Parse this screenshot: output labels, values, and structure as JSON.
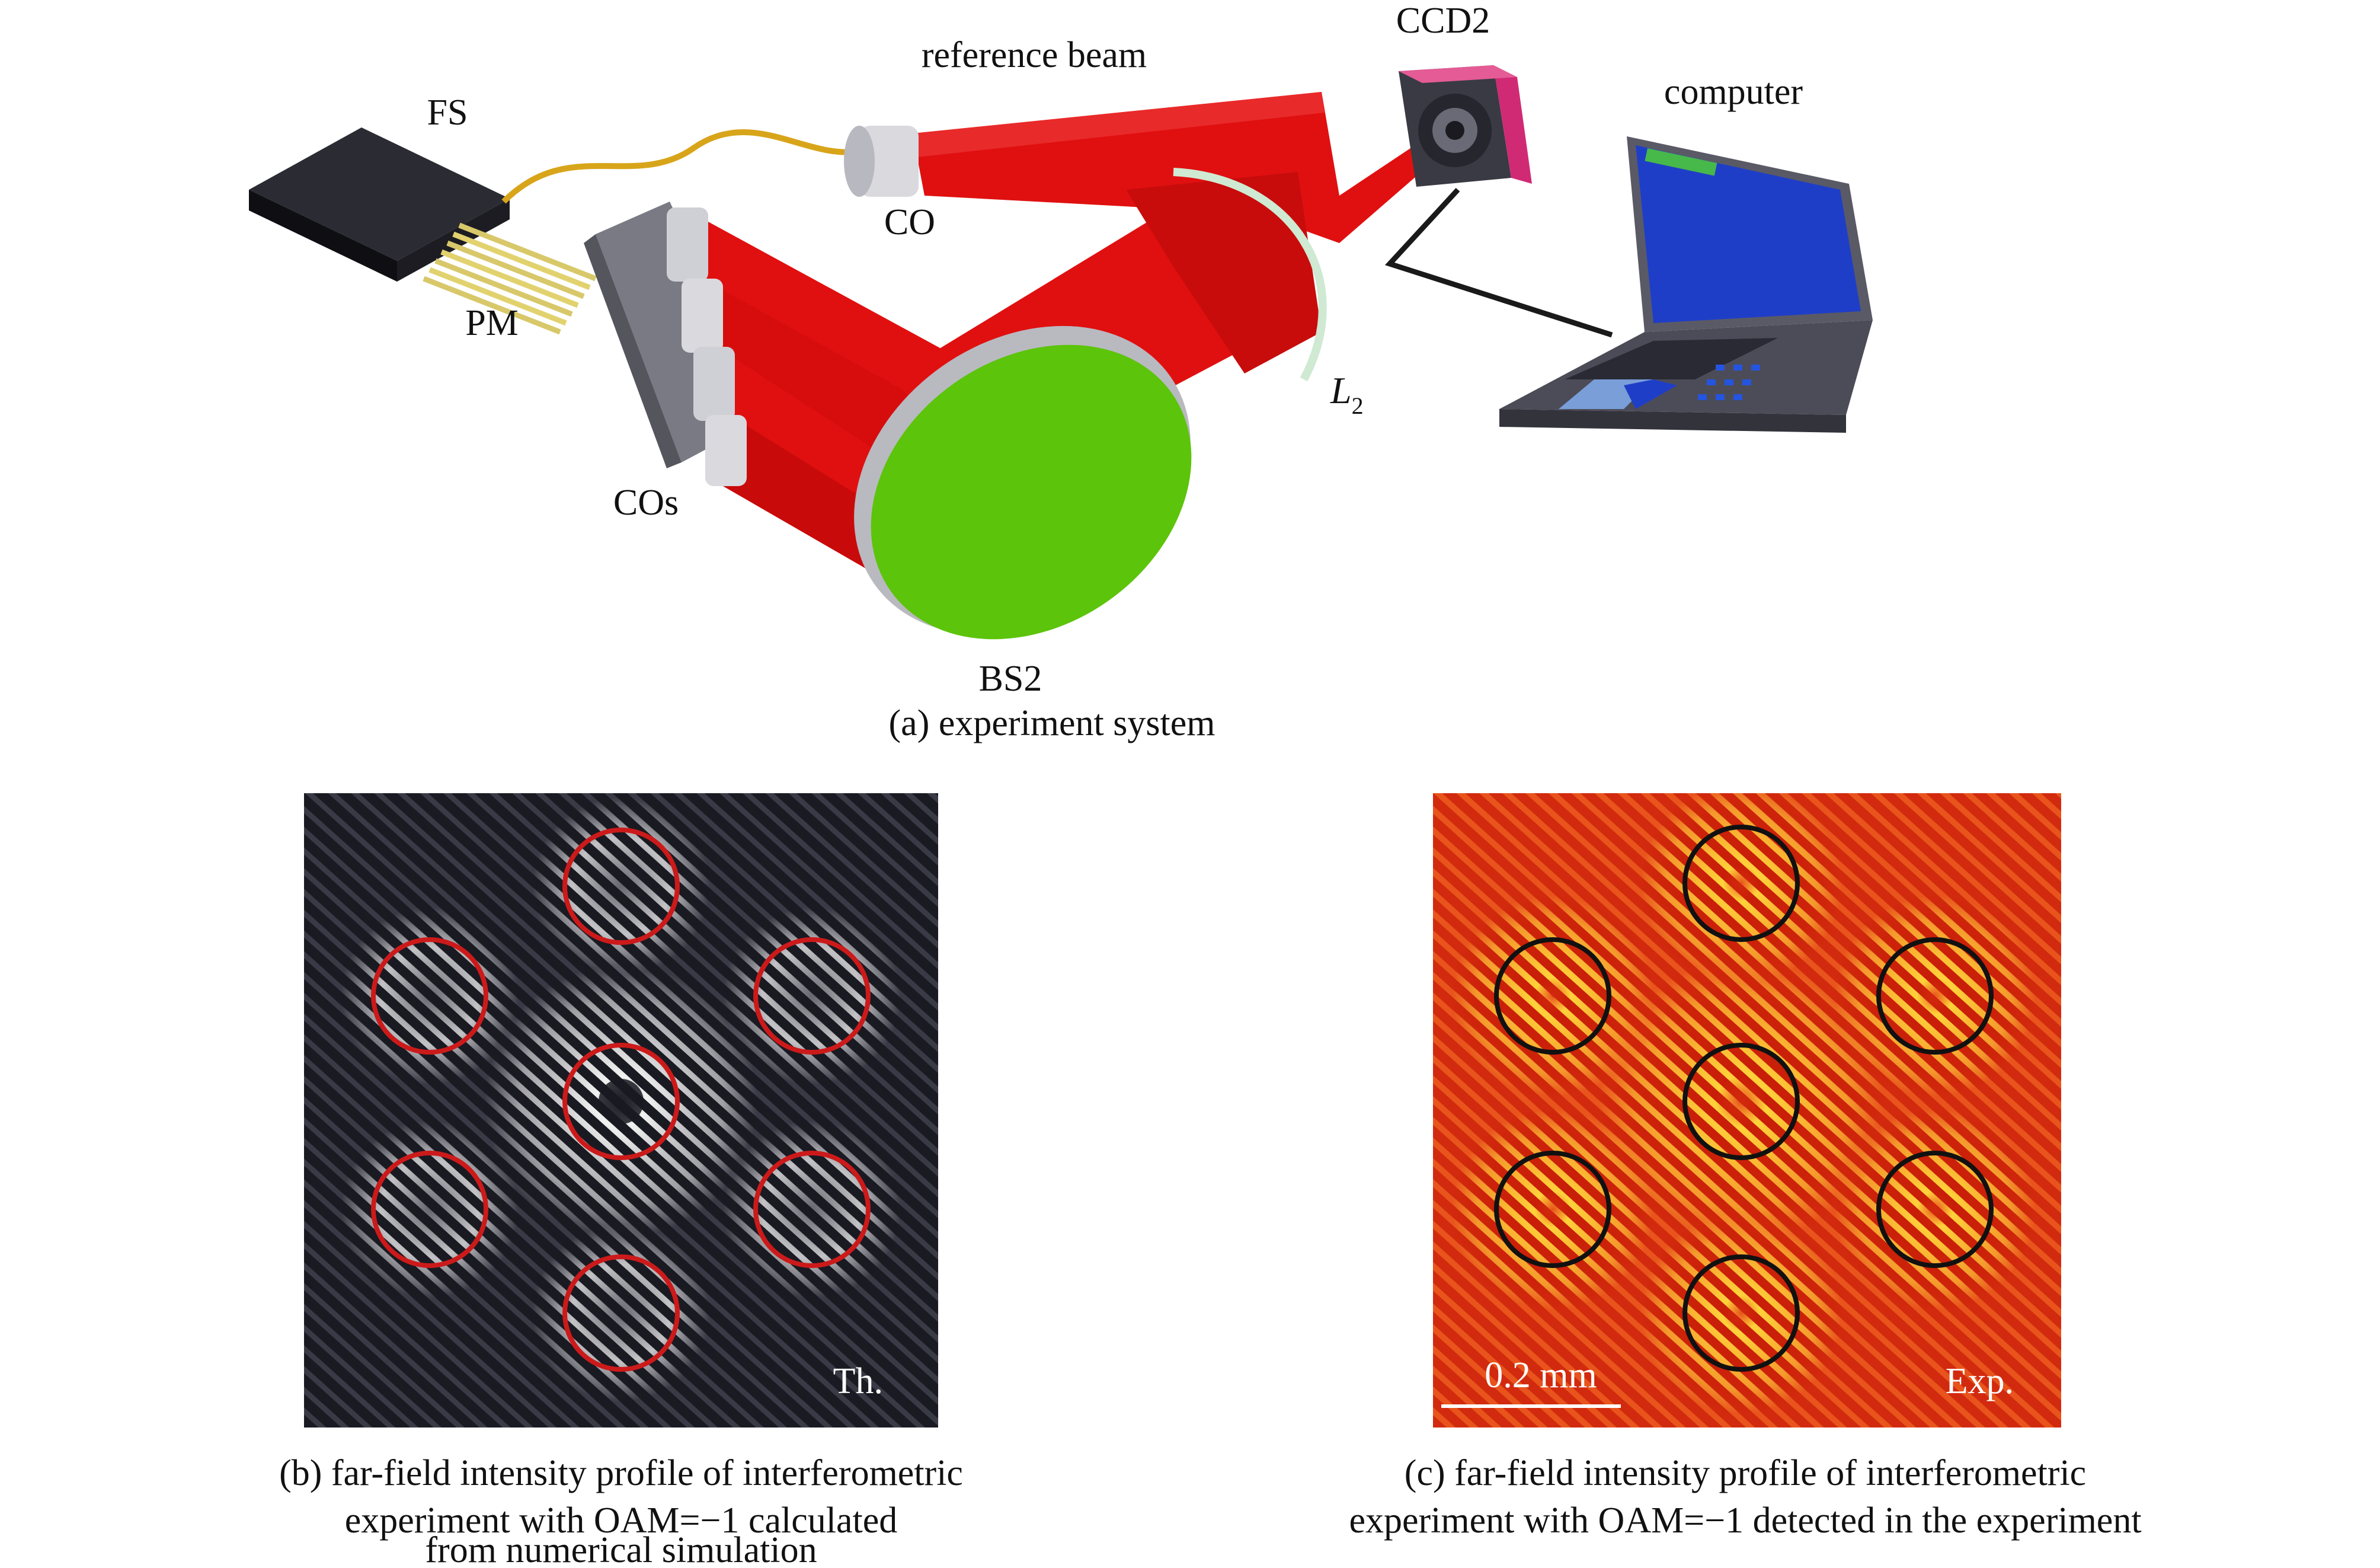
{
  "setup": {
    "labels": {
      "fs": "FS",
      "pm": "PM",
      "cos": "COs",
      "co": "CO",
      "reference_beam": "reference beam",
      "ccd2": "CCD2",
      "computer": "computer",
      "l2_main": "L",
      "l2_sub": "2",
      "bs2": "BS2"
    },
    "caption": "(a) experiment system"
  },
  "panel_b": {
    "tag": "Th.",
    "caption_lines": [
      "(b) far-field intensity profile of interferometric",
      "experiment with OAM=−1 calculated",
      "from numerical simulation"
    ],
    "circle_color": "#cc1a1a",
    "background_color": "#1a1a22"
  },
  "panel_c": {
    "tag": "Exp.",
    "scale_bar": "0.2 mm",
    "caption_lines": [
      "(c) far-field intensity profile of interferometric",
      "experiment with OAM=−1 detected in the experiment"
    ],
    "circle_color": "#111111",
    "background_color": "#d22a0e"
  },
  "colors": {
    "beam_red": "#e01010",
    "splitter_green": "#5cc40a",
    "fiber_yellow": "#d8a51a",
    "laptop_screen": "#1f3ec8",
    "fs_box": "#17171c",
    "ccd_pink": "#d12a74"
  }
}
